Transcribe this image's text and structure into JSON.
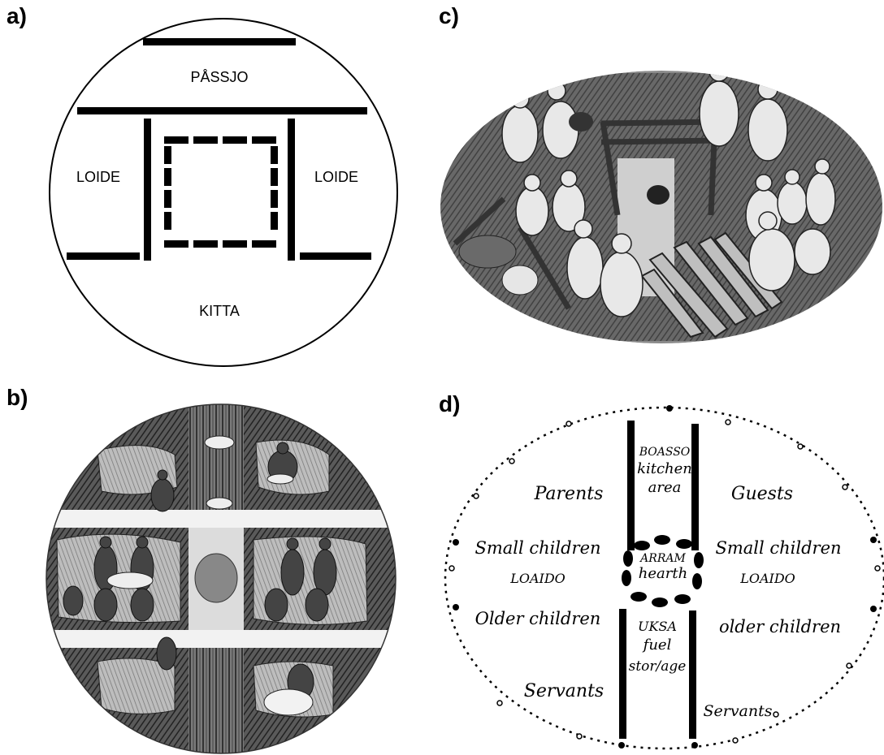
{
  "panels": {
    "a": {
      "label": "a)",
      "top_room": "PÅSSJO",
      "left_room": "LOIDE",
      "right_room": "LOIDE",
      "bottom_room": "KITTA"
    },
    "b": {
      "label": "b)"
    },
    "c": {
      "label": "c)"
    },
    "d": {
      "label": "d)",
      "kitchen": [
        "BOASSO",
        "kitchen",
        "area"
      ],
      "hearth": [
        "ARRAM",
        "hearth"
      ],
      "fuel": [
        "UKSA",
        "fuel",
        "stor/age"
      ],
      "left": {
        "parents": "Parents",
        "small_children": "Small children",
        "loaido": "LOAIDO",
        "older_children": "Older children",
        "servants": "Servants"
      },
      "right": {
        "guests": "Guests",
        "small_children": "Small children",
        "loaido": "LOAIDO",
        "older_children": "older children",
        "servants": "Servants"
      }
    }
  }
}
